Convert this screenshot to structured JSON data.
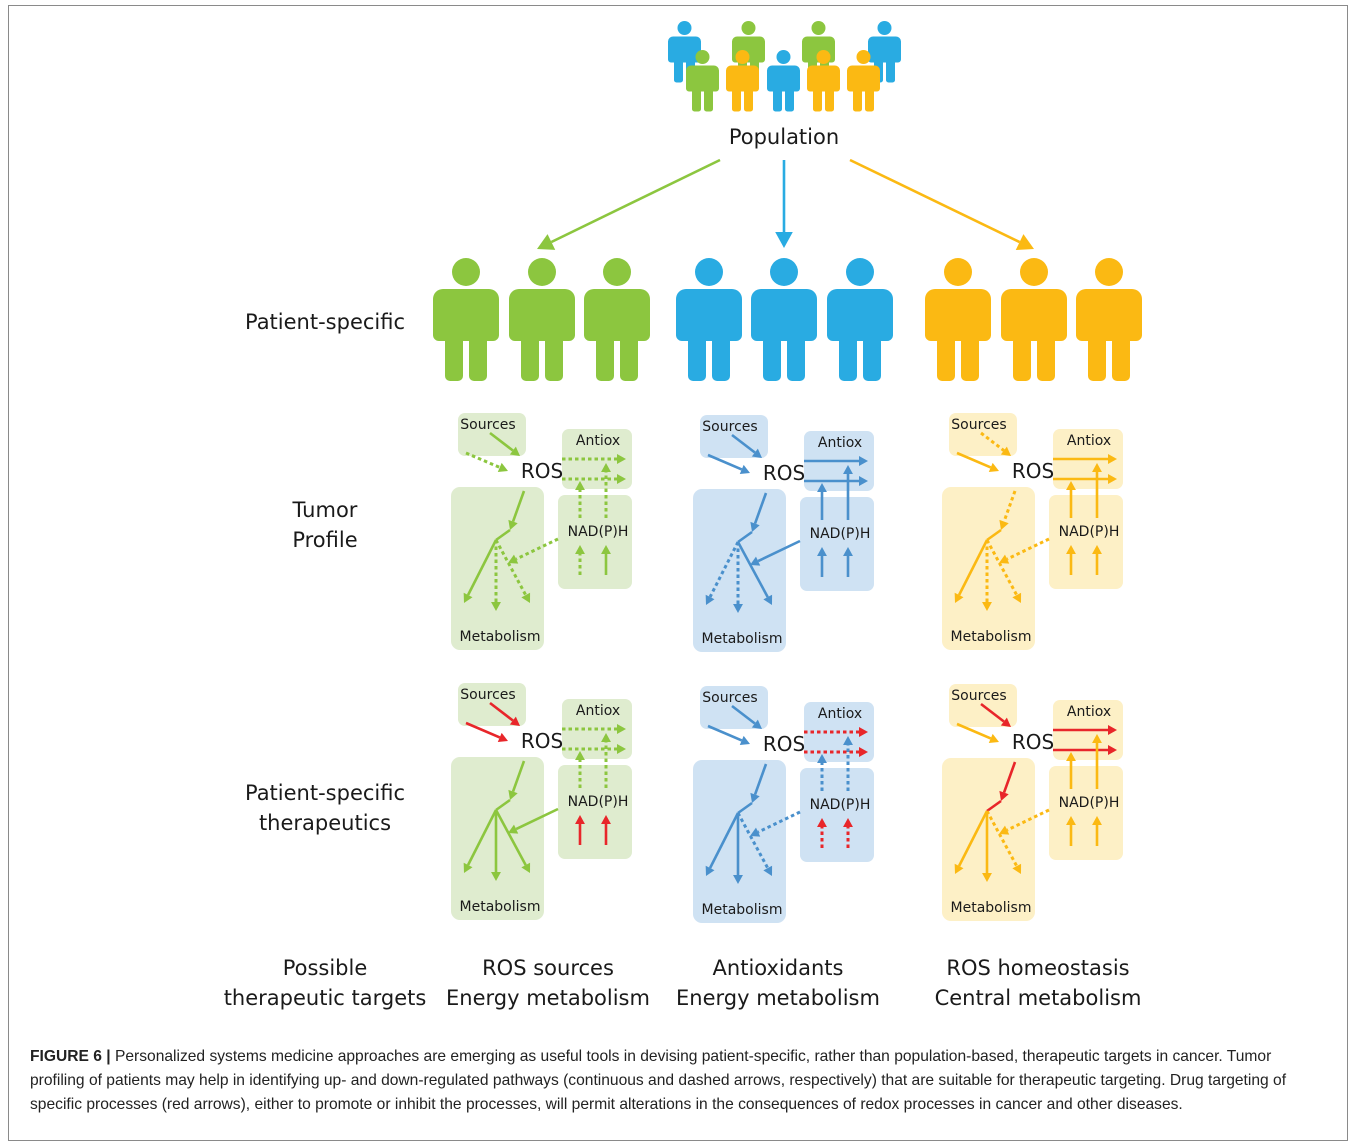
{
  "colors": {
    "green": "#8cc63f",
    "blue": "#29abe2",
    "yellow": "#fbb913",
    "green_box": "#dfeccf",
    "blue_box": "#cfe2f3",
    "yellow_box": "#fdf0c6",
    "green_line": "#8cc63f",
    "blue_line": "#4a90cc",
    "yellow_line": "#fbb913",
    "red": "#e8262a"
  },
  "labels": {
    "population": "Population",
    "patient_specific": "Patient-specific",
    "tumor_profile_line1": "Tumor",
    "tumor_profile_line2": "Profile",
    "therapeutics_line1": "Patient-specific",
    "therapeutics_line2": "therapeutics",
    "targets_line1": "Possible",
    "targets_line2": "therapeutic targets"
  },
  "node_labels": {
    "sources": "Sources",
    "ros": "ROS",
    "antiox": "Antiox",
    "nadph": "NAD(P)H",
    "metabolism": "Metabolism"
  },
  "targets": [
    {
      "line1": "ROS sources",
      "line2": "Energy metabolism"
    },
    {
      "line1": "Antioxidants",
      "line2": "Energy metabolism"
    },
    {
      "line1": "ROS homeostasis",
      "line2": "Central metabolism"
    }
  ],
  "caption": {
    "label": "FIGURE 6 |",
    "text": " Personalized systems medicine approaches are emerging as useful tools in devising patient-specific, rather than population-based, therapeutic targets in cancer. Tumor profiling of patients may help in identifying up- and down-regulated pathways (continuous and dashed arrows, respectively) that are suitable for therapeutic targeting. Drug targeting of specific processes (red arrows), either to promote or inhibit the processes, will permit alterations in the consequences of redox processes in cancer and other diseases."
  }
}
